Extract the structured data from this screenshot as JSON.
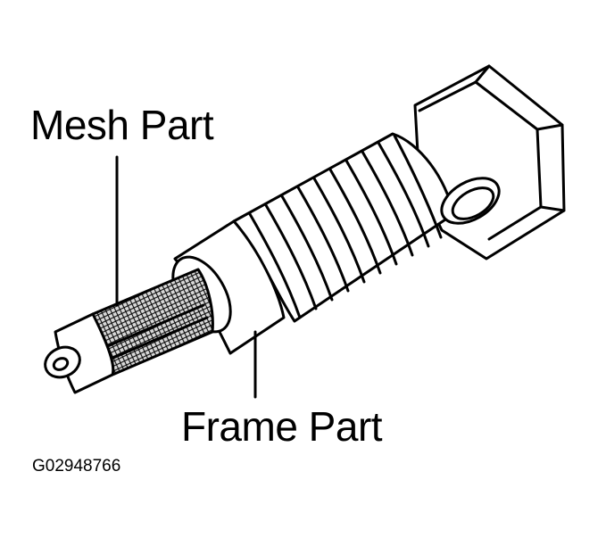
{
  "callouts": {
    "mesh_part": "Mesh Part",
    "frame_part": "Frame Part"
  },
  "figure_id": "G02948766",
  "colors": {
    "ink": "#000000",
    "mesh_fill": "#c8c8c8",
    "background": "#ffffff"
  }
}
